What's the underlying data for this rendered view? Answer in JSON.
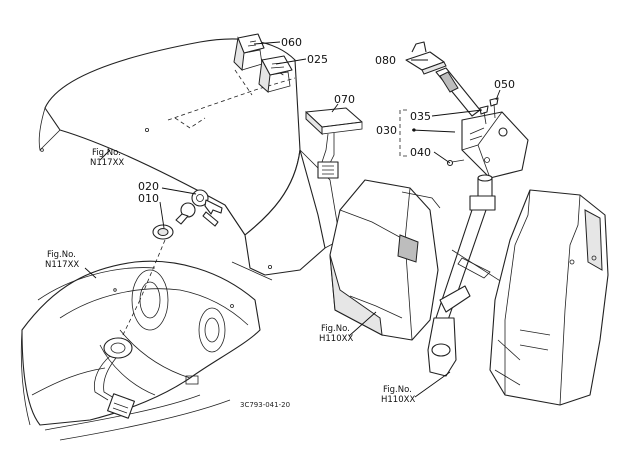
{
  "diagram": {
    "part_labels": {
      "p060": "060",
      "p025": "025",
      "p070": "070",
      "p080": "080",
      "p050": "050",
      "p035": "035",
      "p030": "030",
      "p040": "040",
      "p020": "020",
      "p010": "010"
    },
    "figure_refs": {
      "top_left": {
        "line1": "Fig.No.",
        "line2": "N117XX"
      },
      "mid_left": {
        "line1": "Fig.No.",
        "line2": "N117XX"
      },
      "mid_right": {
        "line1": "Fig.No.",
        "line2": "H110XX"
      },
      "bottom_right": {
        "line1": "Fig.No.",
        "line2": "H110XX"
      }
    },
    "drawing_code": "3C793-041-20"
  }
}
